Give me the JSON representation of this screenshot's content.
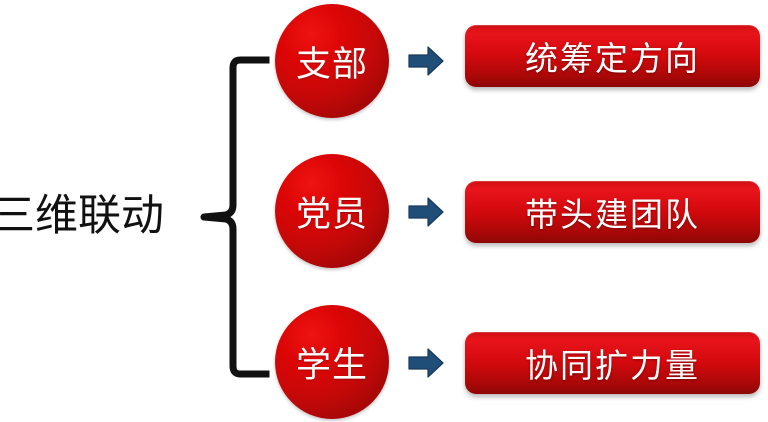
{
  "diagram": {
    "type": "brace-mapping-diagram",
    "title_label": "三维联动",
    "colors": {
      "node_red_light": "#ef1313",
      "node_red_dark": "#8d0606",
      "box_red_light": "#e8141b",
      "box_red_dark": "#8e0606",
      "arrow_blue": "#1f4e79",
      "brace_black": "#111111",
      "background": "#ffffff"
    },
    "brace": {
      "name": "left-curly-brace",
      "orientation": "left",
      "groups_count": 3
    },
    "rows": [
      {
        "node_label": "支部",
        "arrow_name": "arrow-right-icon",
        "box_label": "统筹定方向"
      },
      {
        "node_label": "党员",
        "arrow_name": "arrow-right-icon",
        "box_label": "带头建团队"
      },
      {
        "node_label": "学生",
        "arrow_name": "arrow-right-icon",
        "box_label": "协同扩力量"
      }
    ]
  }
}
